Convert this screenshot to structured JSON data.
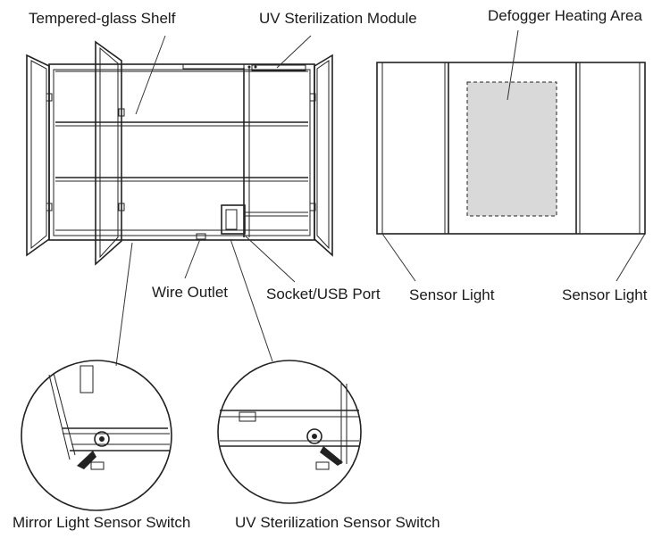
{
  "labels": {
    "shelf": "Tempered-glass Shelf",
    "uv_module": "UV Sterilization Module",
    "defogger": "Defogger Heating Area",
    "wire_outlet": "Wire Outlet",
    "socket_usb": "Socket/USB Port",
    "sensor_light_left": "Sensor Light",
    "sensor_light_right": "Sensor Light",
    "mirror_switch": "Mirror Light Sensor Switch",
    "uv_switch": "UV Sterilization Sensor Switch"
  },
  "colors": {
    "defogger_fill": "#d9d9d9",
    "line": "#222222"
  }
}
